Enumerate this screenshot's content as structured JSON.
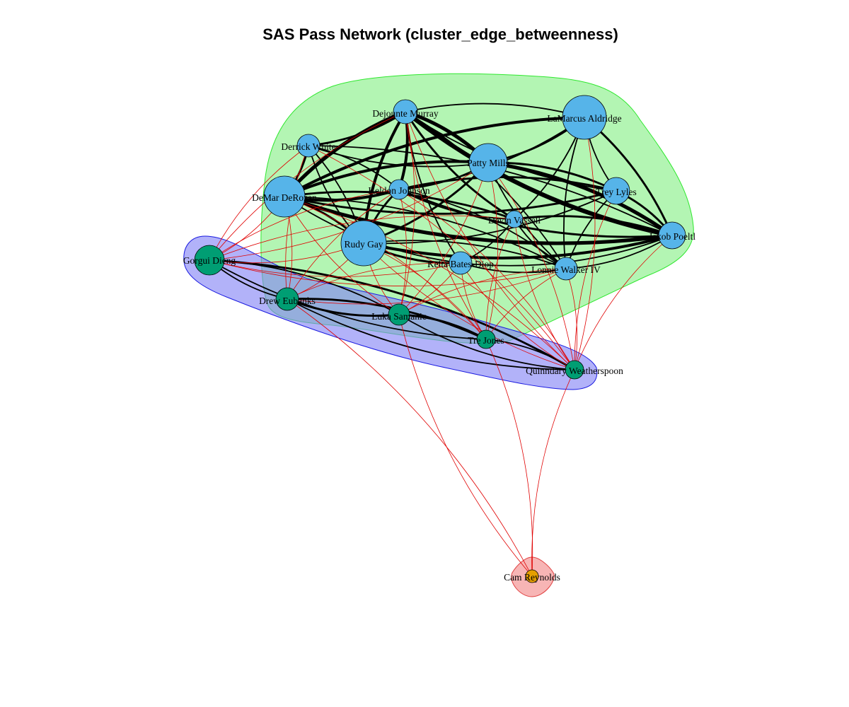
{
  "title": "SAS Pass Network (cluster_edge_betweenness)",
  "colors": {
    "cluster_1_fill": "#b3f5b3",
    "cluster_1_border": "#2ee82e",
    "cluster_2_fill": "rgba(130,130,245,0.62)",
    "cluster_2_border": "#1a1ae0",
    "cluster_3_fill": "#f7b5b5",
    "cluster_3_border": "#e04040",
    "node_cluster_1": "#56b4e9",
    "node_cluster_2": "#009e73",
    "node_cluster_3": "#e69f00",
    "edge_within": "#000000",
    "edge_between": "#e00000"
  },
  "nodes": [
    {
      "id": "dejounte",
      "label": "Dejounte Murray",
      "cluster": 1
    },
    {
      "id": "aldridge",
      "label": "LaMarcus Aldridge",
      "cluster": 1
    },
    {
      "id": "derrick",
      "label": "Derrick White",
      "cluster": 1
    },
    {
      "id": "mills",
      "label": "Patty Mills",
      "cluster": 1
    },
    {
      "id": "derozan",
      "label": "DeMar DeRozan",
      "cluster": 1
    },
    {
      "id": "keldon",
      "label": "Keldon Johnson",
      "cluster": 1
    },
    {
      "id": "lyles",
      "label": "Trey Lyles",
      "cluster": 1
    },
    {
      "id": "vassell",
      "label": "Devin Vassell",
      "cluster": 1
    },
    {
      "id": "poeltl",
      "label": "Jakob Poeltl",
      "cluster": 1
    },
    {
      "id": "gay",
      "label": "Rudy Gay",
      "cluster": 1
    },
    {
      "id": "bates",
      "label": "Keita Bates-Diop",
      "cluster": 1
    },
    {
      "id": "walker",
      "label": "Lonnie Walker IV",
      "cluster": 1
    },
    {
      "id": "dieng",
      "label": "Gorgui Dieng",
      "cluster": 2
    },
    {
      "id": "eubanks",
      "label": "Drew Eubanks",
      "cluster": 2
    },
    {
      "id": "samanic",
      "label": "Luka Samanic",
      "cluster": 2
    },
    {
      "id": "trejones",
      "label": "Tre Jones",
      "cluster": 2
    },
    {
      "id": "weatherspoon",
      "label": "Quinndary Weatherspoon",
      "cluster": 2
    },
    {
      "id": "reynolds",
      "label": "Cam Reynolds",
      "cluster": 3
    }
  ],
  "edges": [
    {
      "from": "dejounte",
      "to": "derozan",
      "weight": 4
    },
    {
      "from": "dejounte",
      "to": "mills",
      "weight": 4
    },
    {
      "from": "dejounte",
      "to": "poeltl",
      "weight": 5
    },
    {
      "from": "dejounte",
      "to": "keldon",
      "weight": 3
    },
    {
      "from": "dejounte",
      "to": "gay",
      "weight": 3
    },
    {
      "from": "dejounte",
      "to": "derrick",
      "weight": 2
    },
    {
      "from": "dejounte",
      "to": "vassell",
      "weight": 2
    },
    {
      "from": "dejounte",
      "to": "aldridge",
      "weight": 1
    },
    {
      "from": "dejounte",
      "to": "lyles",
      "weight": 1
    },
    {
      "from": "dejounte",
      "to": "walker",
      "weight": 1
    },
    {
      "from": "dejounte",
      "to": "bates",
      "weight": 1
    },
    {
      "from": "mills",
      "to": "poeltl",
      "weight": 4
    },
    {
      "from": "mills",
      "to": "derozan",
      "weight": 3
    },
    {
      "from": "mills",
      "to": "gay",
      "weight": 2
    },
    {
      "from": "mills",
      "to": "aldridge",
      "weight": 2
    },
    {
      "from": "mills",
      "to": "lyles",
      "weight": 2
    },
    {
      "from": "mills",
      "to": "walker",
      "weight": 1
    },
    {
      "from": "mills",
      "to": "keldon",
      "weight": 1
    },
    {
      "from": "derozan",
      "to": "poeltl",
      "weight": 4
    },
    {
      "from": "derozan",
      "to": "aldridge",
      "weight": 3
    },
    {
      "from": "derozan",
      "to": "keldon",
      "weight": 3
    },
    {
      "from": "derozan",
      "to": "gay",
      "weight": 2
    },
    {
      "from": "derozan",
      "to": "derrick",
      "weight": 2
    },
    {
      "from": "derozan",
      "to": "vassell",
      "weight": 2
    },
    {
      "from": "derozan",
      "to": "lyles",
      "weight": 2
    },
    {
      "from": "derozan",
      "to": "walker",
      "weight": 1
    },
    {
      "from": "derozan",
      "to": "bates",
      "weight": 1
    },
    {
      "from": "aldridge",
      "to": "poeltl",
      "weight": 2
    },
    {
      "from": "aldridge",
      "to": "lyles",
      "weight": 1
    },
    {
      "from": "aldridge",
      "to": "keldon",
      "weight": 1
    },
    {
      "from": "aldridge",
      "to": "walker",
      "weight": 1
    },
    {
      "from": "aldridge",
      "to": "vassell",
      "weight": 1
    },
    {
      "from": "gay",
      "to": "poeltl",
      "weight": 3
    },
    {
      "from": "gay",
      "to": "keldon",
      "weight": 2
    },
    {
      "from": "gay",
      "to": "bates",
      "weight": 2
    },
    {
      "from": "gay",
      "to": "walker",
      "weight": 1
    },
    {
      "from": "gay",
      "to": "lyles",
      "weight": 1
    },
    {
      "from": "gay",
      "to": "derrick",
      "weight": 1
    },
    {
      "from": "keldon",
      "to": "poeltl",
      "weight": 2
    },
    {
      "from": "keldon",
      "to": "lyles",
      "weight": 2
    },
    {
      "from": "keldon",
      "to": "vassell",
      "weight": 1
    },
    {
      "from": "keldon",
      "to": "walker",
      "weight": 1
    },
    {
      "from": "keldon",
      "to": "derrick",
      "weight": 1
    },
    {
      "from": "lyles",
      "to": "poeltl",
      "weight": 2
    },
    {
      "from": "lyles",
      "to": "walker",
      "weight": 1
    },
    {
      "from": "vassell",
      "to": "poeltl",
      "weight": 2
    },
    {
      "from": "vassell",
      "to": "walker",
      "weight": 1
    },
    {
      "from": "vassell",
      "to": "bates",
      "weight": 1
    },
    {
      "from": "walker",
      "to": "poeltl",
      "weight": 1
    },
    {
      "from": "walker",
      "to": "bates",
      "weight": 1
    },
    {
      "from": "bates",
      "to": "poeltl",
      "weight": 1
    },
    {
      "from": "derrick",
      "to": "poeltl",
      "weight": 1
    },
    {
      "from": "derrick",
      "to": "mills",
      "weight": 1
    },
    {
      "from": "derrick",
      "to": "gay",
      "weight": 1
    },
    {
      "from": "dieng",
      "to": "eubanks",
      "weight": 1
    },
    {
      "from": "dieng",
      "to": "samanic",
      "weight": 1
    },
    {
      "from": "dieng",
      "to": "trejones",
      "weight": 1
    },
    {
      "from": "dieng",
      "to": "weatherspoon",
      "weight": 2
    },
    {
      "from": "eubanks",
      "to": "samanic",
      "weight": 2
    },
    {
      "from": "eubanks",
      "to": "trejones",
      "weight": 2
    },
    {
      "from": "eubanks",
      "to": "weatherspoon",
      "weight": 1
    },
    {
      "from": "samanic",
      "to": "trejones",
      "weight": 2
    },
    {
      "from": "samanic",
      "to": "weatherspoon",
      "weight": 1
    },
    {
      "from": "trejones",
      "to": "weatherspoon",
      "weight": 1
    },
    {
      "from": "eubanks",
      "to": "derozan",
      "weight": 1
    },
    {
      "from": "eubanks",
      "to": "derrick",
      "weight": 1
    },
    {
      "from": "eubanks",
      "to": "gay",
      "weight": 1
    },
    {
      "from": "eubanks",
      "to": "keldon",
      "weight": 1
    },
    {
      "from": "eubanks",
      "to": "walker",
      "weight": 1
    },
    {
      "from": "eubanks",
      "to": "bates",
      "weight": 1
    },
    {
      "from": "samanic",
      "to": "dejounte",
      "weight": 1
    },
    {
      "from": "samanic",
      "to": "gay",
      "weight": 1
    },
    {
      "from": "samanic",
      "to": "keldon",
      "weight": 1
    },
    {
      "from": "samanic",
      "to": "derozan",
      "weight": 1
    },
    {
      "from": "samanic",
      "to": "bates",
      "weight": 1
    },
    {
      "from": "samanic",
      "to": "walker",
      "weight": 1
    },
    {
      "from": "samanic",
      "to": "mills",
      "weight": 1
    },
    {
      "from": "trejones",
      "to": "bates",
      "weight": 1
    },
    {
      "from": "trejones",
      "to": "gay",
      "weight": 1
    },
    {
      "from": "trejones",
      "to": "walker",
      "weight": 1
    },
    {
      "from": "trejones",
      "to": "mills",
      "weight": 1
    },
    {
      "from": "trejones",
      "to": "vassell",
      "weight": 1
    },
    {
      "from": "trejones",
      "to": "derozan",
      "weight": 1
    },
    {
      "from": "trejones",
      "to": "dejounte",
      "weight": 1
    },
    {
      "from": "dieng",
      "to": "derozan",
      "weight": 1
    },
    {
      "from": "dieng",
      "to": "derrick",
      "weight": 1
    },
    {
      "from": "dieng",
      "to": "gay",
      "weight": 1
    },
    {
      "from": "dieng",
      "to": "keldon",
      "weight": 1
    },
    {
      "from": "dieng",
      "to": "bates",
      "weight": 1
    },
    {
      "from": "dieng",
      "to": "dejounte",
      "weight": 1
    },
    {
      "from": "dieng",
      "to": "walker",
      "weight": 1
    },
    {
      "from": "dieng",
      "to": "vassell",
      "weight": 1
    },
    {
      "from": "dieng",
      "to": "mills",
      "weight": 1
    },
    {
      "from": "weatherspoon",
      "to": "poeltl",
      "weight": 1
    },
    {
      "from": "weatherspoon",
      "to": "walker",
      "weight": 1
    },
    {
      "from": "weatherspoon",
      "to": "lyles",
      "weight": 1
    },
    {
      "from": "weatherspoon",
      "to": "aldridge",
      "weight": 1
    },
    {
      "from": "weatherspoon",
      "to": "vassell",
      "weight": 1
    },
    {
      "from": "weatherspoon",
      "to": "mills",
      "weight": 1
    },
    {
      "from": "weatherspoon",
      "to": "bates",
      "weight": 1
    },
    {
      "from": "weatherspoon",
      "to": "derozan",
      "weight": 1
    },
    {
      "from": "weatherspoon",
      "to": "gay",
      "weight": 1
    },
    {
      "from": "weatherspoon",
      "to": "keldon",
      "weight": 1
    },
    {
      "from": "weatherspoon",
      "to": "dejounte",
      "weight": 1
    },
    {
      "from": "weatherspoon",
      "to": "derrick",
      "weight": 1
    },
    {
      "from": "reynolds",
      "to": "samanic",
      "weight": 1
    },
    {
      "from": "reynolds",
      "to": "trejones",
      "weight": 1
    },
    {
      "from": "reynolds",
      "to": "weatherspoon",
      "weight": 1
    },
    {
      "from": "reynolds",
      "to": "eubanks",
      "weight": 1
    }
  ]
}
